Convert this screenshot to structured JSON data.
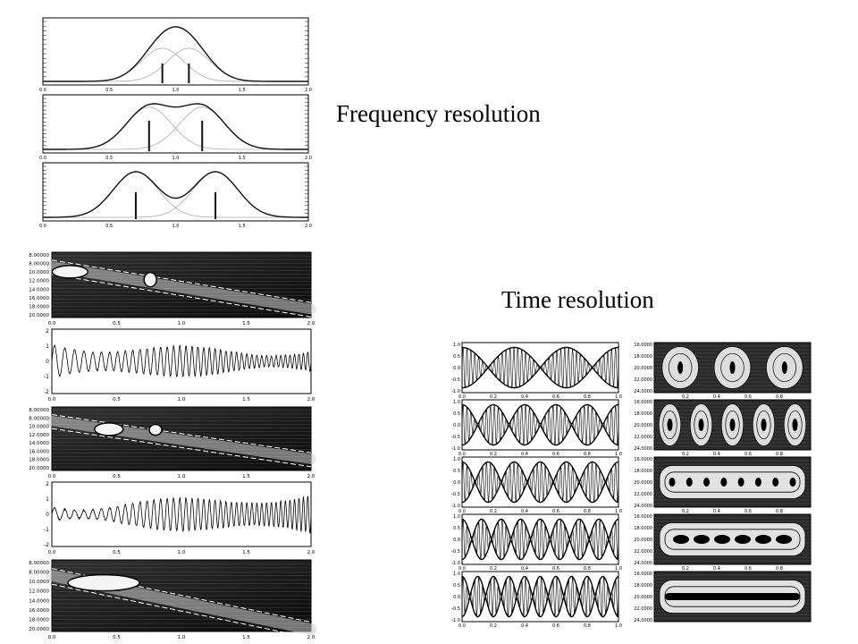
{
  "labels": {
    "frequency": "Frequency resolution",
    "time": "Time resolution"
  },
  "gauss_axis_ticks": [
    "0.0",
    "0.5",
    "1.0",
    "1.5",
    "2.0"
  ],
  "wavelet_freq_ticks": [
    "8.00000",
    "8.00000",
    "10.0000",
    "12.0000",
    "14.0000",
    "16.0000",
    "18.0000",
    "20.0000"
  ],
  "wavelet_time_ticks": [
    "0.0",
    "0.5",
    "1.0",
    "1.5",
    "2.0"
  ],
  "signal_y_ticks": [
    "2",
    "1",
    "0",
    "-1",
    "-2"
  ],
  "right_signal_x_ticks": [
    "0.0",
    "0.2",
    "0.4",
    "0.6",
    "0.8",
    "1.0"
  ],
  "right_signal_y_ticks": [
    "1.0",
    "0.5",
    "0.0",
    "-0.5",
    "-1.0"
  ],
  "right_map_y_ticks": [
    "16.0000",
    "18.0000",
    "20.0000",
    "22.0000",
    "24.0000"
  ],
  "right_map_x_ticks": [
    "0.2",
    "0.4",
    "0.6",
    "0.8"
  ],
  "colors": {
    "background": "#ffffff",
    "axis": "#000000",
    "component_curve": "#aaaaaa",
    "sum_curve": "#111111",
    "map_dark": "#111111",
    "map_light": "#ffffff"
  }
}
